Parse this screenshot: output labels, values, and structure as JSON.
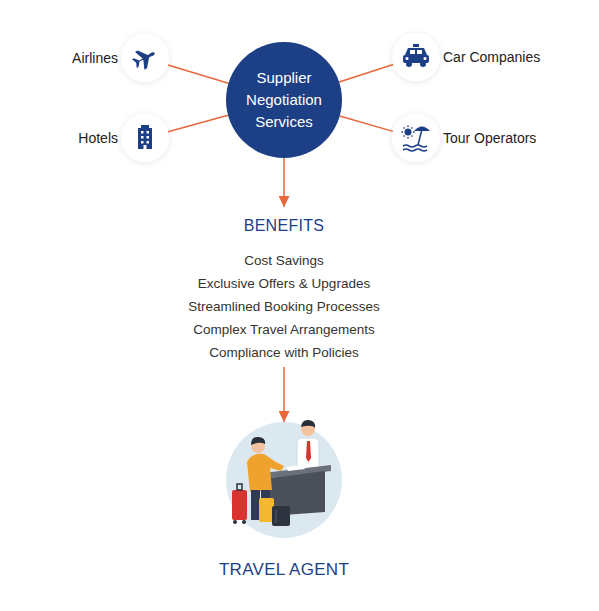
{
  "diagram": {
    "nodes": [
      {
        "text": [
          "Airlines"
        ]
      },
      {
        "text": [
          "Supplier Negotiation Services"
        ]
      },
      {
        "text": [
          "Car Companies"
        ]
      },
      {
        "text": [
          "Hotels"
        ]
      },
      {
        "text": [
          "Tour Operators"
        ]
      },
      {
        "text": [
          "BENEFITS",
          "Cost Savings",
          "Exclusive Offers & Upgrades",
          "Streamlined Booking Processes",
          "Complex Travel Arrangements",
          "Compliance with Policies"
        ]
      },
      {
        "text": [
          "TRAVEL AGENT"
        ]
      }
    ],
    "edges": [
      {
        "from": 1,
        "to": 0,
        "arrow": "none"
      },
      {
        "from": 1,
        "to": 2,
        "arrow": "none"
      },
      {
        "from": 1,
        "to": 3,
        "arrow": "none"
      },
      {
        "from": 1,
        "to": 4,
        "arrow": "none"
      },
      {
        "from": 1,
        "to": 5,
        "arrow": "to"
      },
      {
        "from": 5,
        "to": 6,
        "arrow": "to"
      }
    ]
  }
}
